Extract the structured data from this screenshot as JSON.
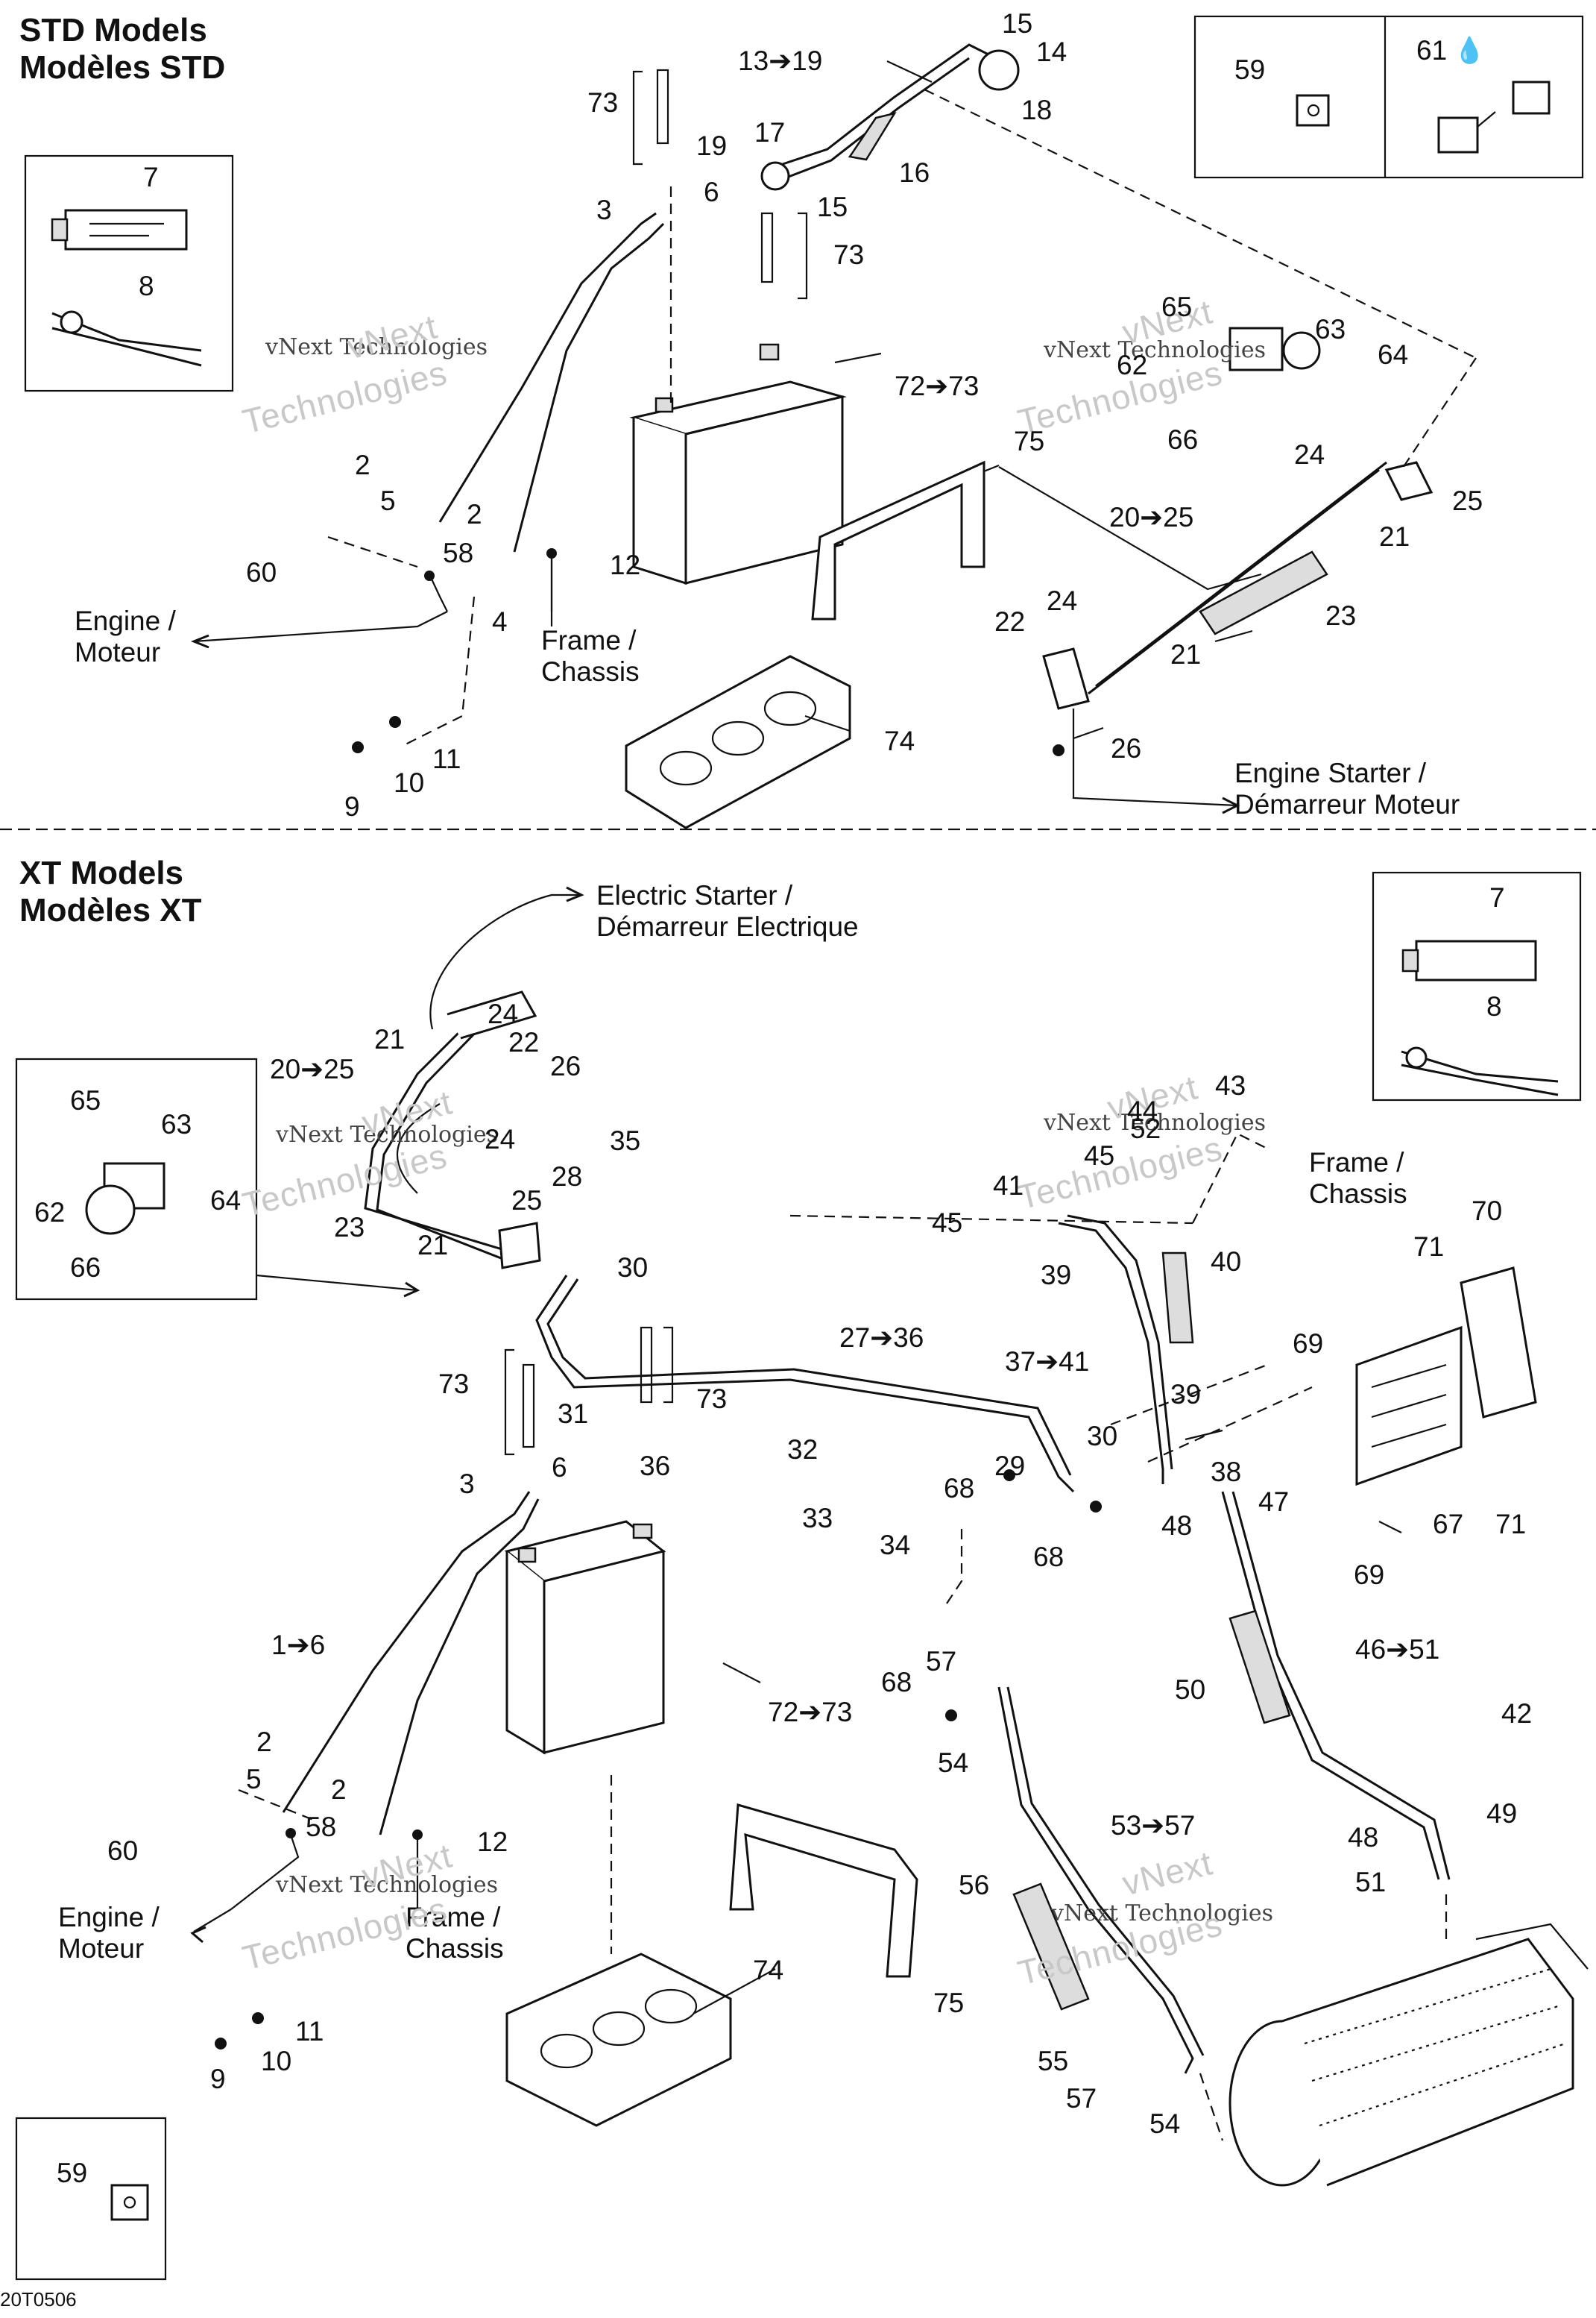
{
  "sections": {
    "std_title_line1": "STD Models",
    "std_title_line2": "Modèles STD",
    "xt_title_line1": "XT Models",
    "xt_title_line2": "Modèles XT"
  },
  "notes": {
    "std_engine_l1": "Engine /",
    "std_engine_l2": "Moteur",
    "std_frame_l1": "Frame /",
    "std_frame_l2": "Chassis",
    "std_starter_l1": "Engine Starter /",
    "std_starter_l2": "Démarreur Moteur",
    "xt_elec_l1": "Electric Starter /",
    "xt_elec_l2": "Démarreur Electrique",
    "xt_frame_top_l1": "Frame /",
    "xt_frame_top_l2": "Chassis",
    "xt_engine_l1": "Engine /",
    "xt_engine_l2": "Moteur",
    "xt_frame_bot_l1": "Frame /",
    "xt_frame_bot_l2": "Chassis"
  },
  "watermark": {
    "brand": "vNext Technologies",
    "line1": "vNext",
    "line2": "Technologies"
  },
  "reference_code": "20T0506",
  "callouts": [
    "73",
    "15",
    "13➔19",
    "14",
    "18",
    "59",
    "61",
    "19",
    "17",
    "16",
    "15",
    "3",
    "6",
    "73",
    "7",
    "8",
    "65",
    "63",
    "64",
    "62",
    "66",
    "72➔73",
    "75",
    "24",
    "25",
    "20➔25",
    "21",
    "2",
    "5",
    "2",
    "58",
    "60",
    "12",
    "4",
    "22",
    "24",
    "21",
    "23",
    "26",
    "11",
    "10",
    "9",
    "74",
    "7",
    "8",
    "24",
    "21",
    "22",
    "20➔25",
    "26",
    "65",
    "63",
    "64",
    "62",
    "66",
    "35",
    "24",
    "25",
    "28",
    "23",
    "21",
    "30",
    "43",
    "44",
    "52",
    "45",
    "41",
    "45",
    "39",
    "40",
    "70",
    "71",
    "27➔36",
    "69",
    "73",
    "37➔41",
    "31",
    "36",
    "39",
    "32",
    "30",
    "29",
    "38",
    "73",
    "3",
    "6",
    "68",
    "47",
    "33",
    "34",
    "68",
    "48",
    "67",
    "71",
    "69",
    "1➔6",
    "72➔73",
    "46➔51",
    "57",
    "68",
    "50",
    "42",
    "54",
    "2",
    "5",
    "2",
    "58",
    "12",
    "60",
    "53➔57",
    "49",
    "48",
    "51",
    "56",
    "75",
    "74",
    "11",
    "10",
    "9",
    "55",
    "57",
    "54",
    "59"
  ]
}
